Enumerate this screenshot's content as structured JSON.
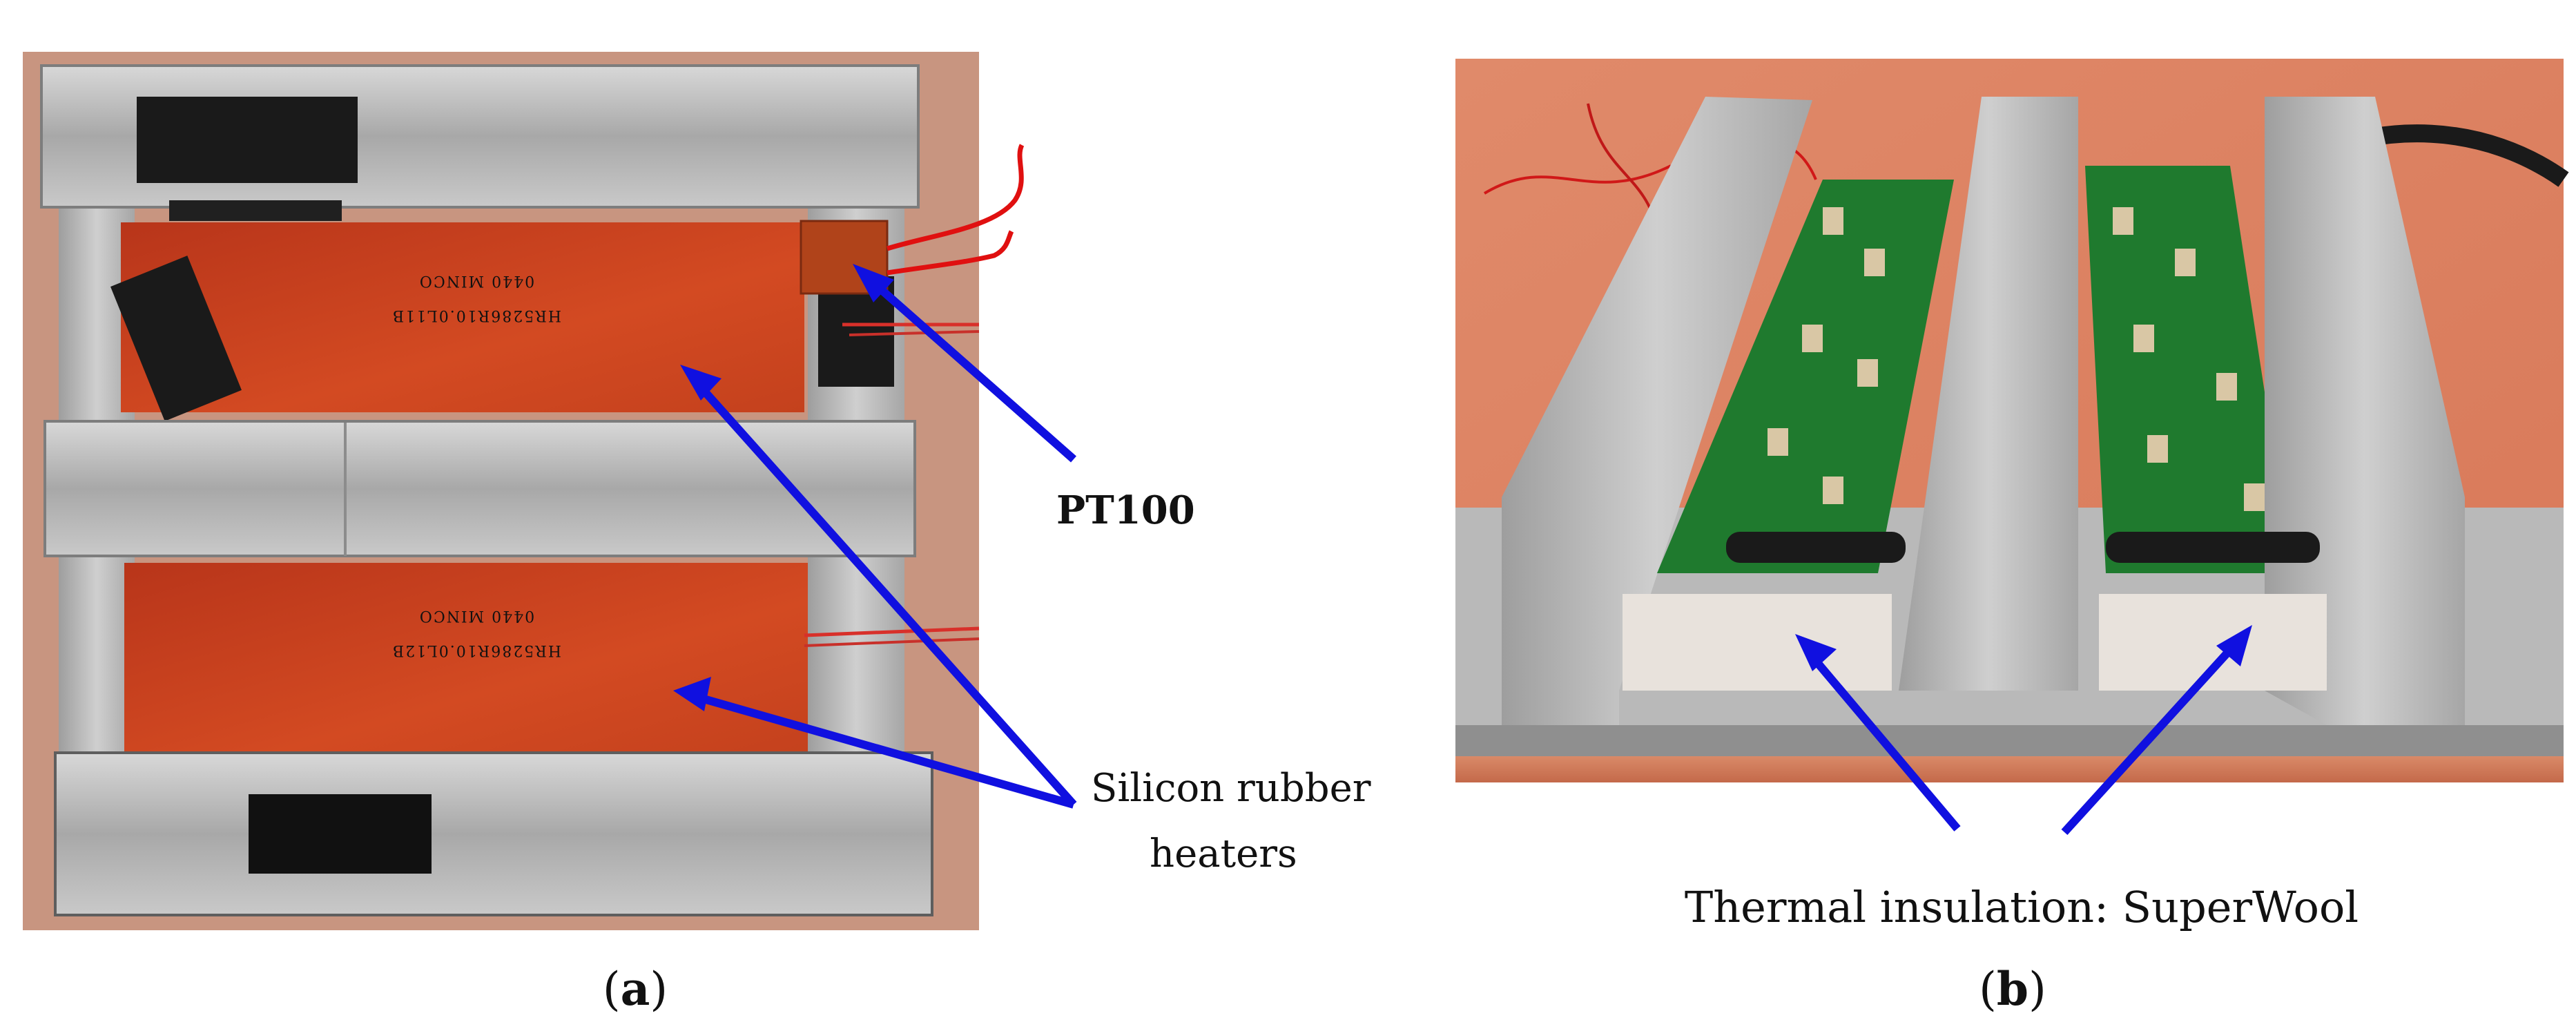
{
  "panel_a": {
    "label_pt100": "PT100",
    "label_heaters_line1": "Silicon rubber",
    "label_heaters_line2": "heaters",
    "caption_open": "(",
    "caption_letter": "a",
    "caption_close": ")",
    "heater_print_1a": "HR5286R10.0L11B",
    "heater_print_1b": "0440 MINCO",
    "heater_print_2a": "HR5286R10.0L12B",
    "heater_print_2b": "0440 MINCO"
  },
  "panel_b": {
    "label_insulation": "Thermal insulation: SuperWool",
    "caption_open": "(",
    "caption_letter": "b",
    "caption_close": ")"
  },
  "colors": {
    "arrow": "#1010e0",
    "heater": "#c8401c",
    "aluminium": "#b8b8b8",
    "pcb": "#1f7a2e",
    "tape": "#1a1a1a",
    "lead_wire": "#e01010"
  }
}
